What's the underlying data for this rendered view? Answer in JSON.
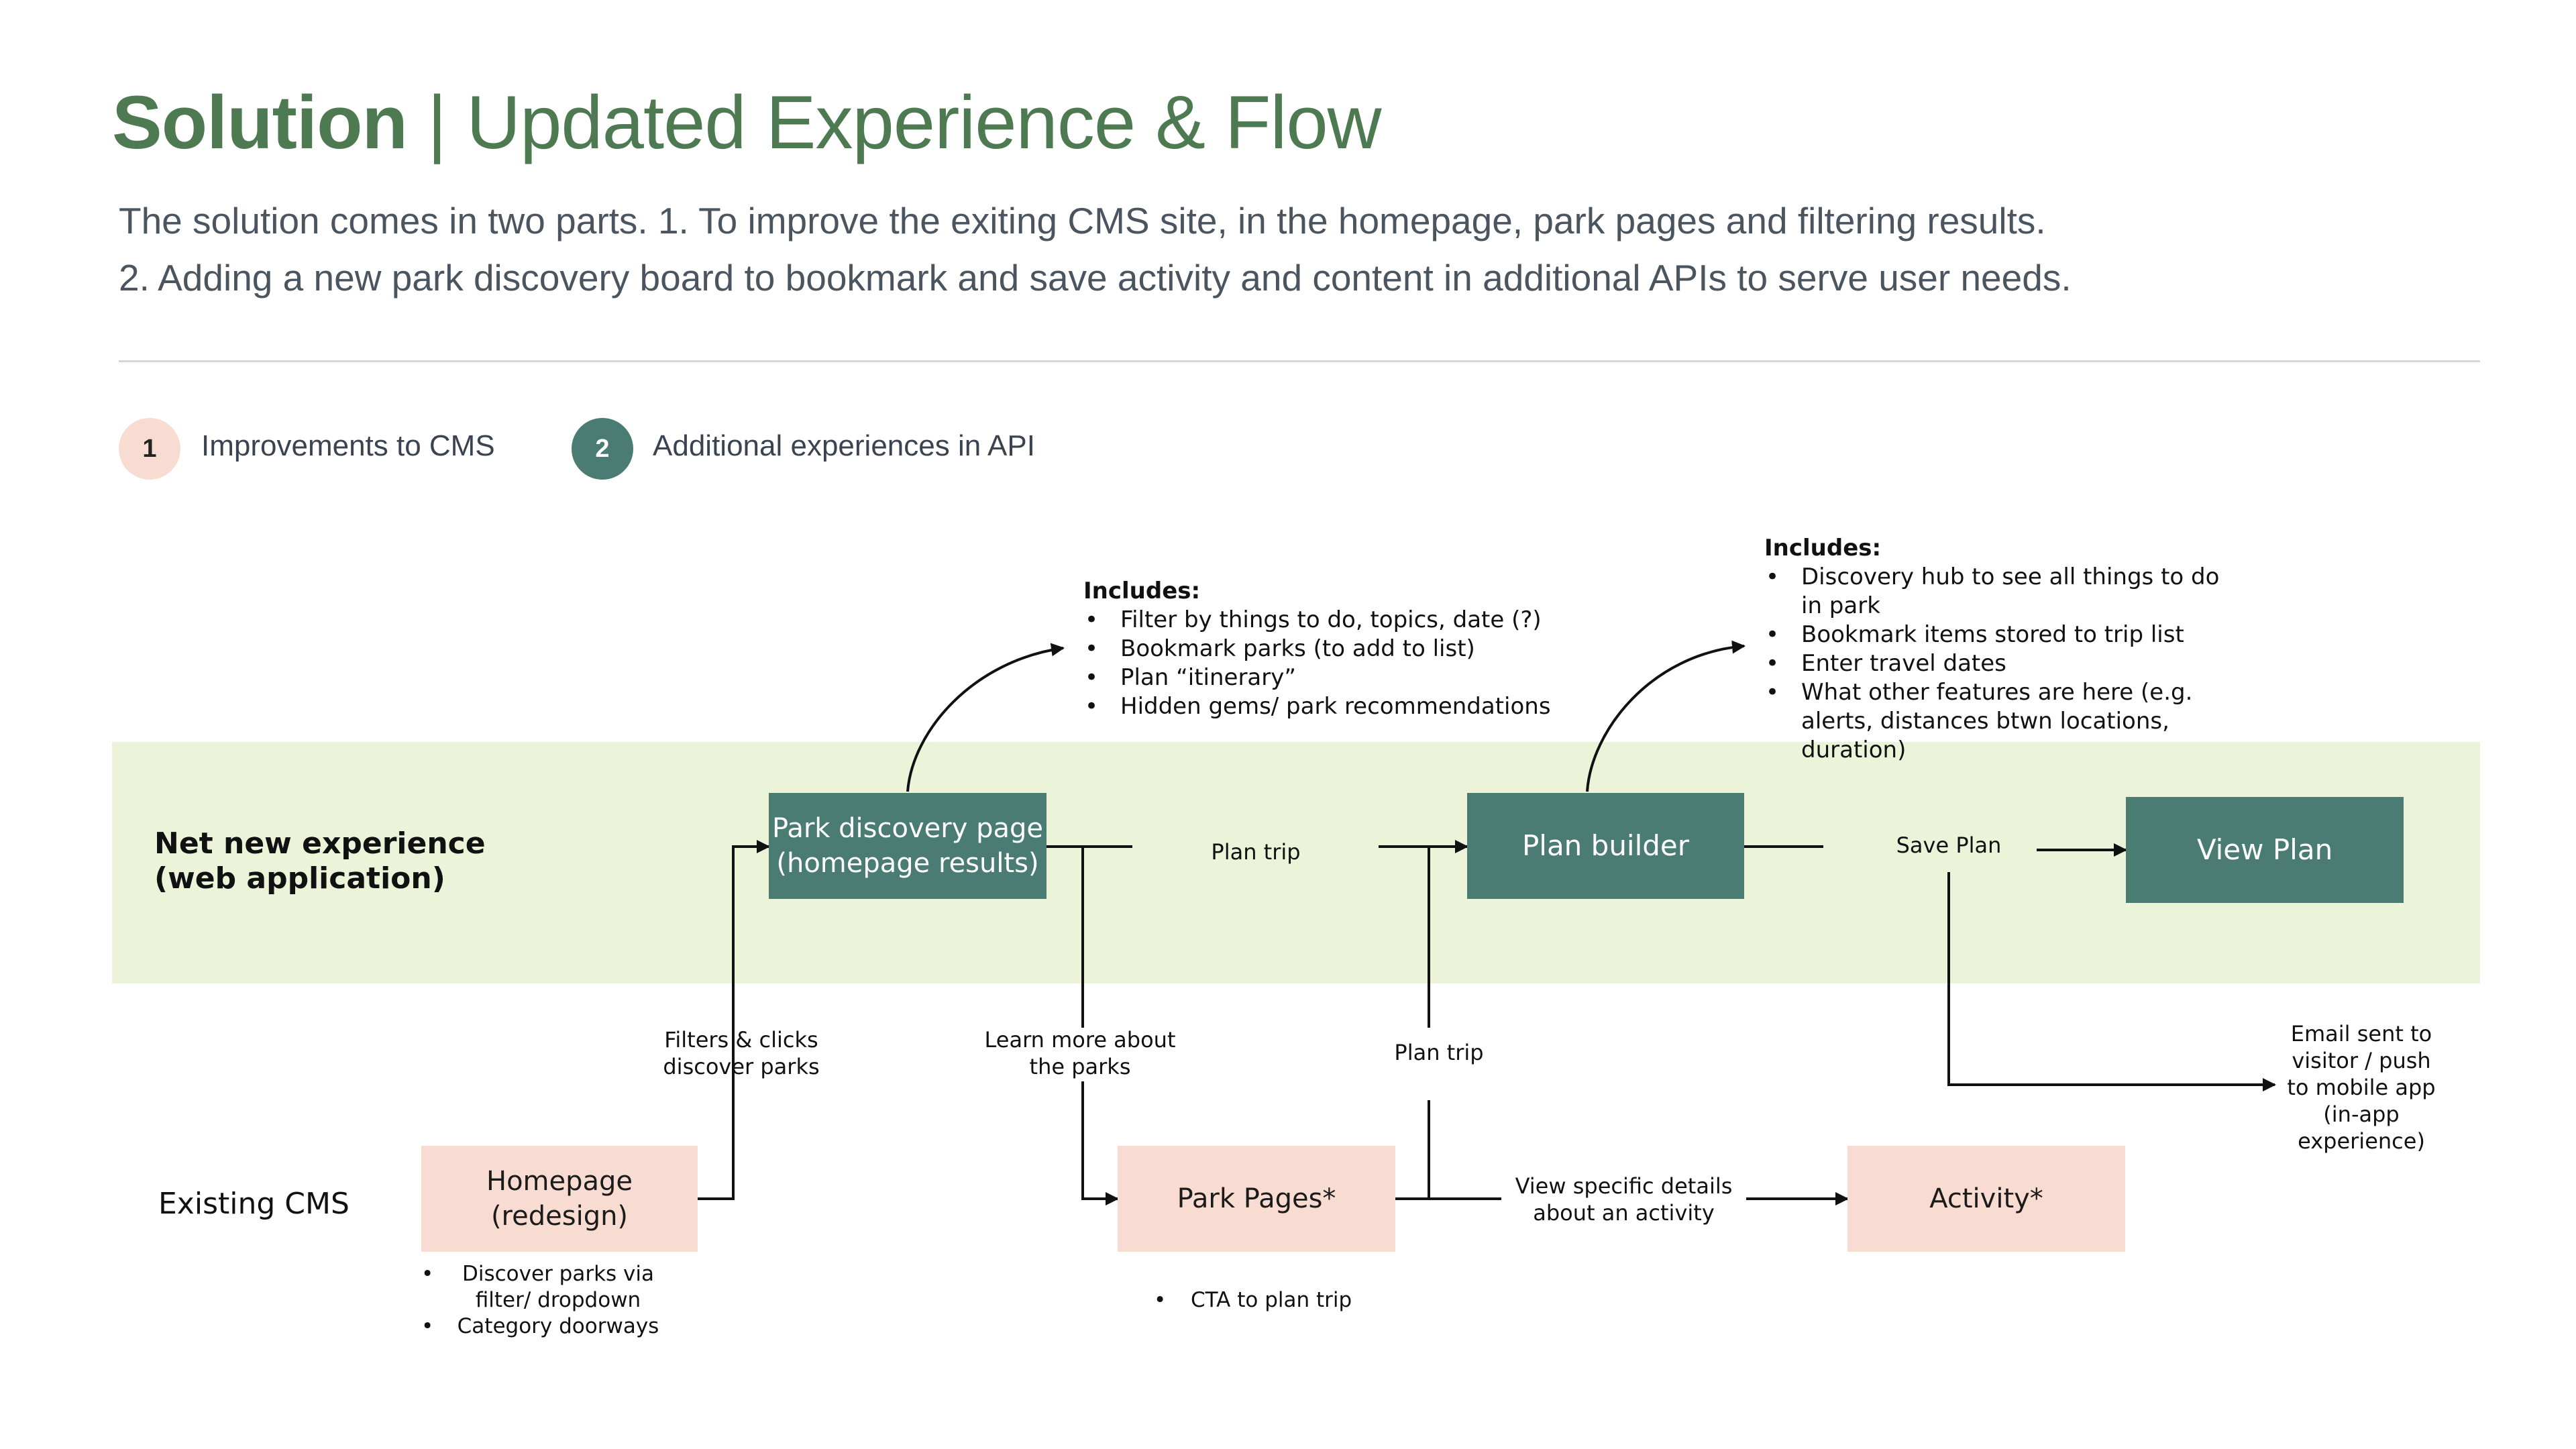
{
  "header": {
    "title_bold": "Solution",
    "title_rest": " | Updated Experience & Flow",
    "subtitle_line1": "The solution comes in two parts. 1. To improve the exiting CMS site, in the homepage, park pages and filtering results.",
    "subtitle_line2": "2. Adding a new park discovery board to bookmark and save activity and content in additional APIs to serve user needs."
  },
  "legend": [
    {
      "number": "1",
      "label": "Improvements to CMS",
      "color": "#f8dcd2"
    },
    {
      "number": "2",
      "label": "Additional experiences in API",
      "color": "#4a7c73"
    }
  ],
  "rows": {
    "new_line1": "Net new experience",
    "new_line2": "(web application)",
    "existing": "Existing CMS"
  },
  "nodes": {
    "park_discovery": "Park discovery page (homepage results)",
    "plan_builder": "Plan builder",
    "view_plan": "View Plan",
    "homepage": "Homepage (redesign)",
    "park_pages": "Park Pages*",
    "activity": "Activity*"
  },
  "edge_labels": {
    "plan_trip_top": "Plan trip",
    "save_plan": "Save Plan",
    "filters_clicks": "Filters & clicks discover parks",
    "learn_more": "Learn more about the parks",
    "plan_trip_bottom": "Plan trip",
    "view_details": "View specific details about an activity",
    "email_sent": "Email sent to visitor / push to mobile app (in-app experience)"
  },
  "notes": {
    "discovery_heading": "Includes:",
    "discovery_items": [
      "Filter by things to do, topics, date (?)",
      "Bookmark parks (to add to list)",
      "Plan “itinerary”",
      "Hidden gems/ park recommendations"
    ],
    "builder_heading": "Includes:",
    "builder_items": [
      "Discovery hub to see all things to do in park",
      "Bookmark items stored to trip list",
      "Enter travel dates",
      "What other features are here (e.g. alerts, distances btwn locations, duration)"
    ],
    "homepage_items": [
      "Discover parks via filter/ dropdown",
      "Category doorways"
    ],
    "park_pages_items": [
      "CTA to plan trip"
    ]
  },
  "colors": {
    "accent_green": "#4e7a52",
    "teal": "#4a7c73",
    "pink": "#f8dcd2",
    "band": "#ebf3d9"
  }
}
